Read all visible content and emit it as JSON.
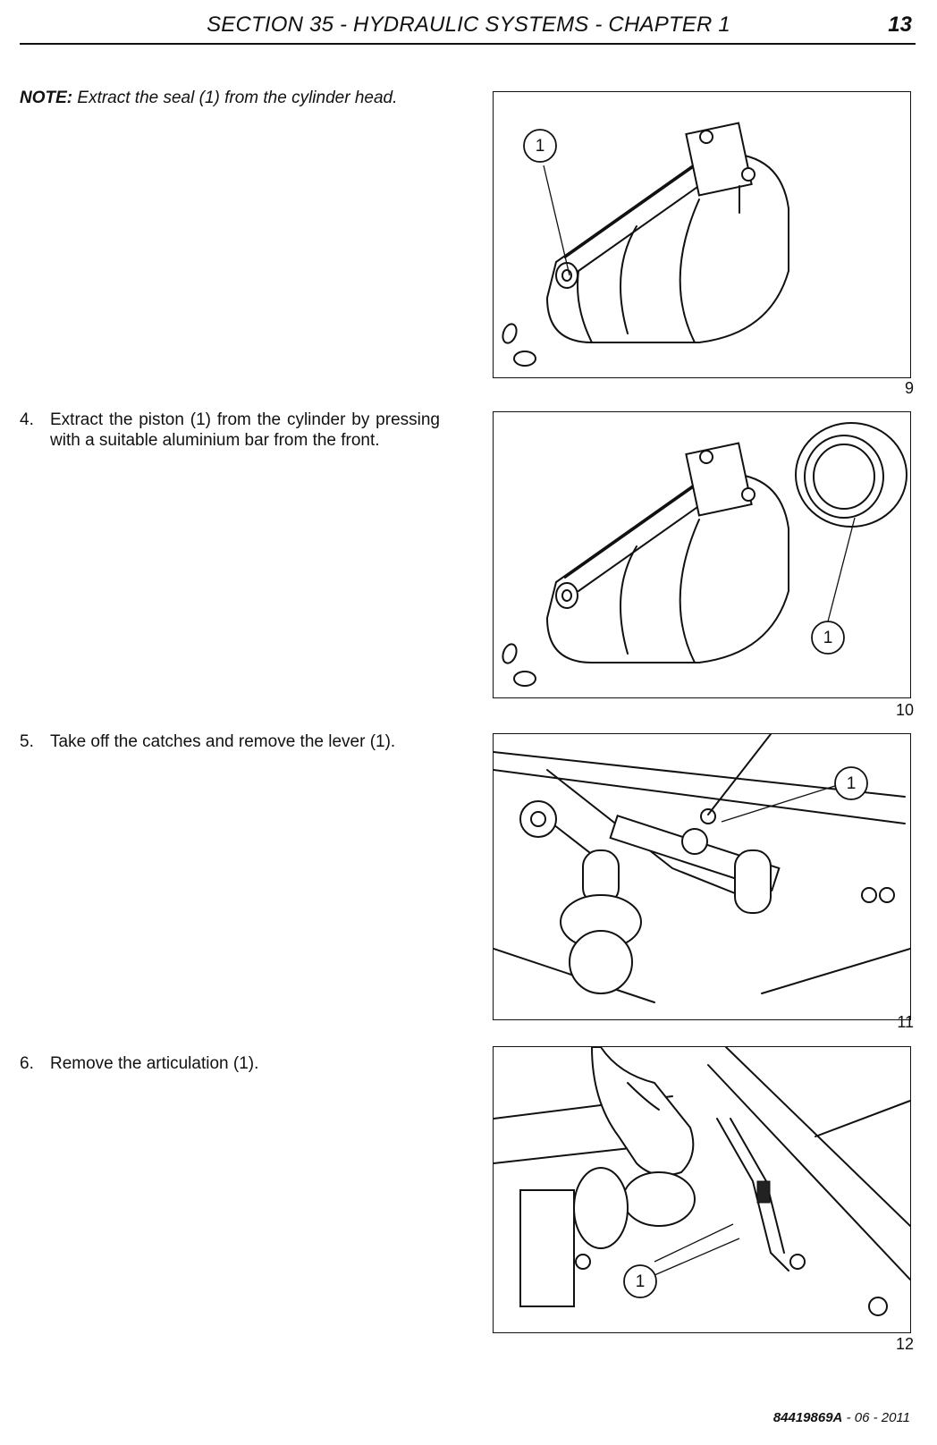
{
  "header": {
    "title": "SECTION 35 - HYDRAULIC SYSTEMS - CHAPTER 1",
    "page_number": "13"
  },
  "note": {
    "label": "NOTE:",
    "text": "Extract the seal (1) from the cylinder head."
  },
  "steps": [
    {
      "number": "4.",
      "text": "Extract the piston (1) from the cylinder by pressing with a suitable aluminium bar from the front."
    },
    {
      "number": "5.",
      "text": "Take off the catches and remove the lever (1)."
    },
    {
      "number": "6.",
      "text": "Remove the articulation (1)."
    }
  ],
  "figures": [
    {
      "number": "9",
      "callout": "1"
    },
    {
      "number": "10",
      "callout": "1"
    },
    {
      "number": "11",
      "callout": "1"
    },
    {
      "number": "12",
      "callout": "1"
    }
  ],
  "footer": {
    "code": "84419869A",
    "date": "- 06 - 2011"
  }
}
